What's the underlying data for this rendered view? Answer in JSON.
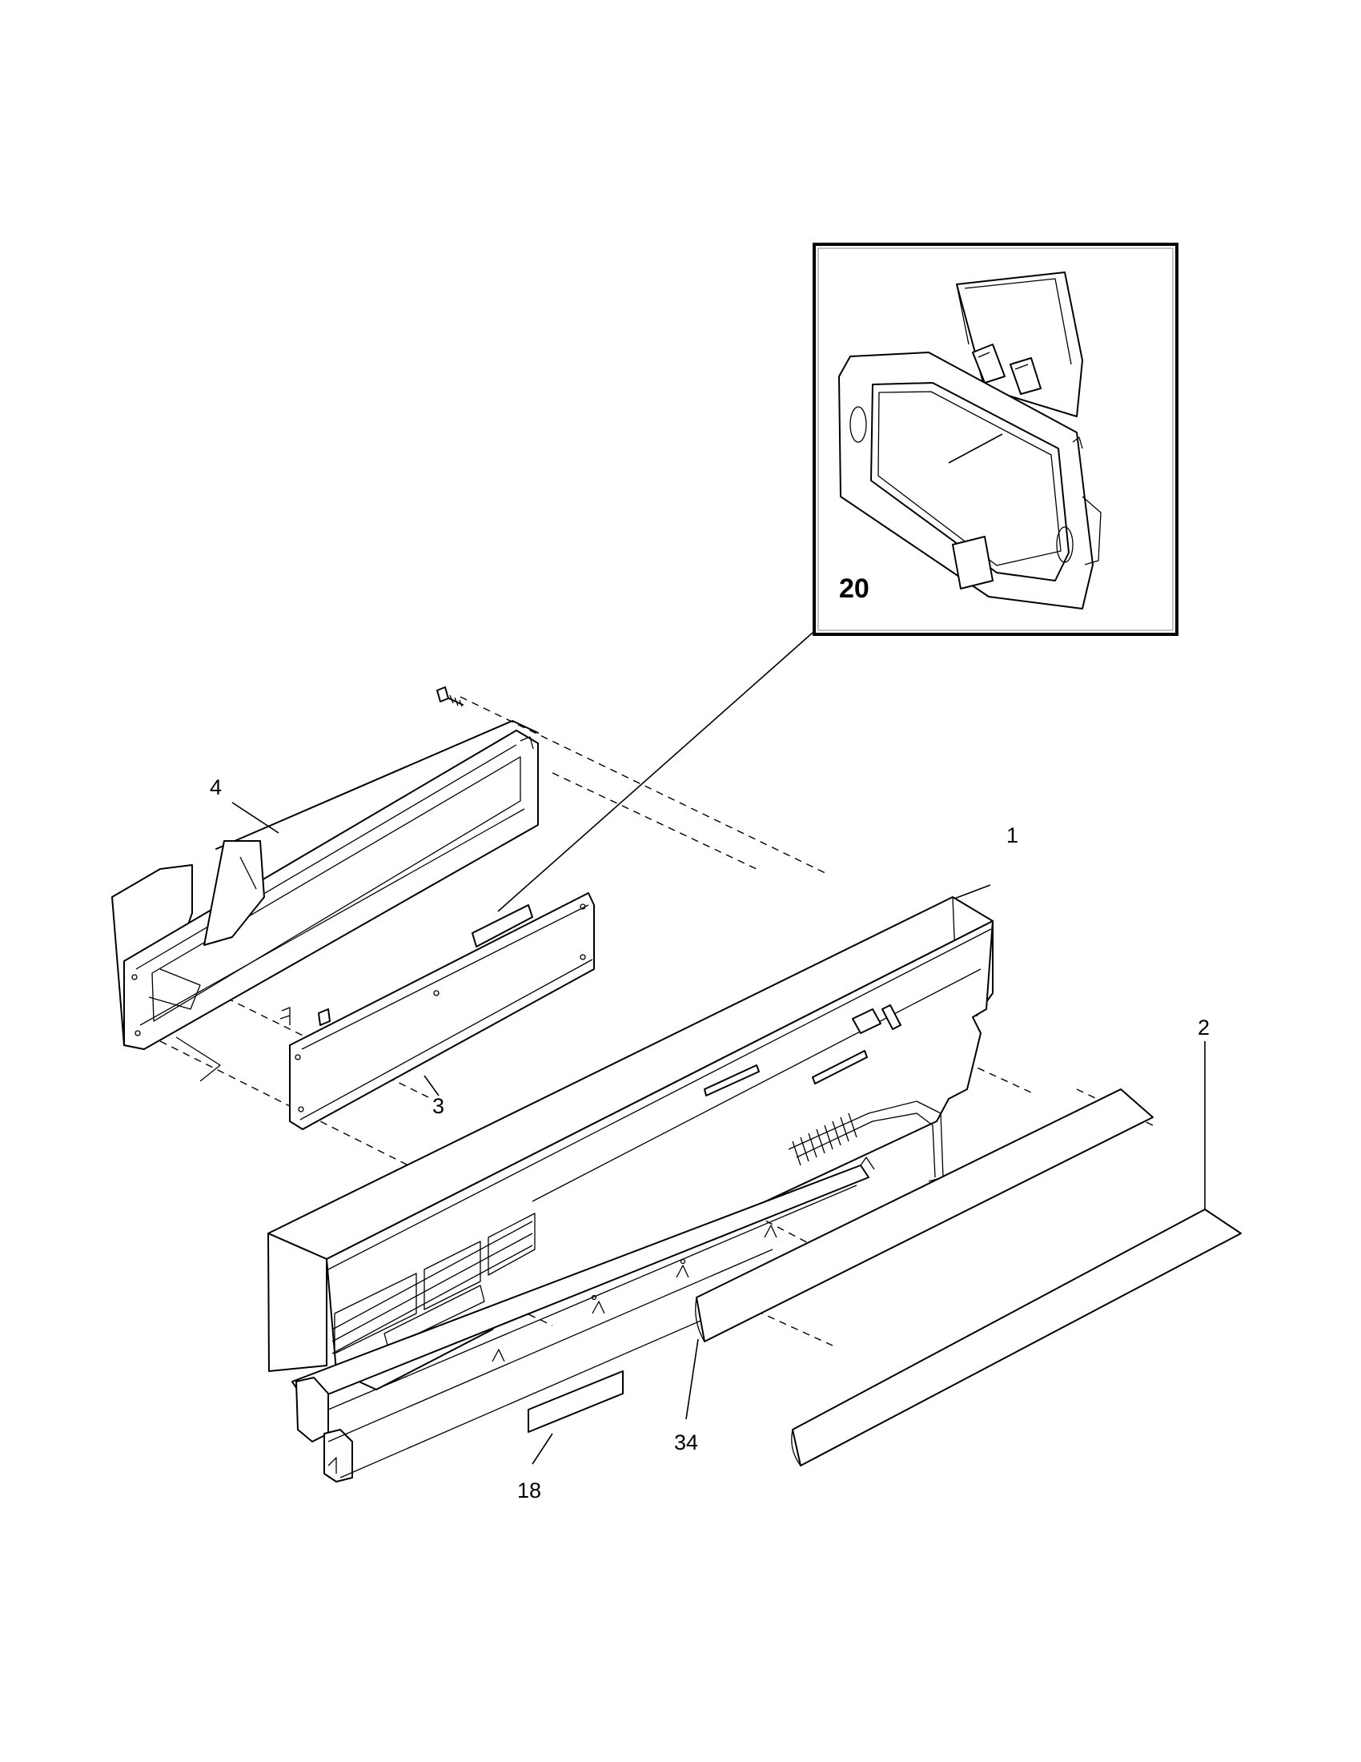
{
  "labels": {
    "part_1": "1",
    "part_2": "2",
    "part_3": "3",
    "part_4": "4",
    "part_18": "18",
    "part_20": "20",
    "part_34": "34"
  }
}
